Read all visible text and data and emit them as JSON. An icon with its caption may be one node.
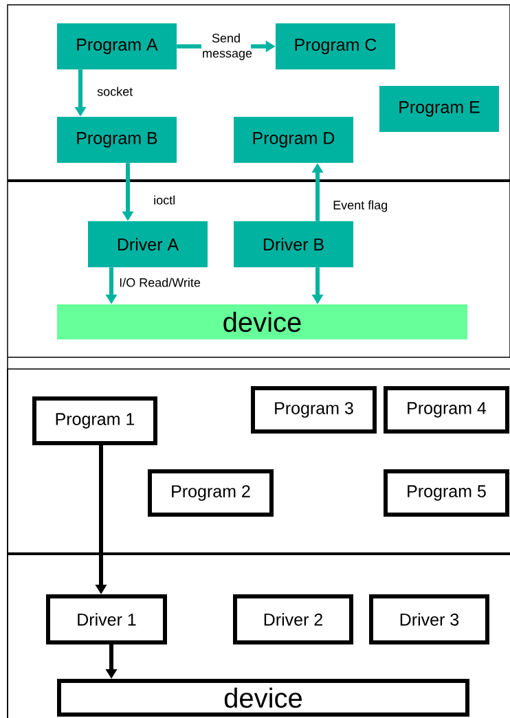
{
  "diagram": {
    "nodes": [
      {
        "text": [
          "Program A"
        ]
      },
      {
        "text": [
          "Program C"
        ]
      },
      {
        "text": [
          "Program E"
        ]
      },
      {
        "text": [
          "Program B"
        ]
      },
      {
        "text": [
          "Program D"
        ]
      },
      {
        "text": [
          "Driver A"
        ]
      },
      {
        "text": [
          "Driver B"
        ]
      },
      {
        "text": [
          "device"
        ]
      },
      {
        "text": [
          "Program 1"
        ]
      },
      {
        "text": [
          "Program 3"
        ]
      },
      {
        "text": [
          "Program 4"
        ]
      },
      {
        "text": [
          "Program 2"
        ]
      },
      {
        "text": [
          "Program 5"
        ]
      },
      {
        "text": [
          "Driver 1"
        ]
      },
      {
        "text": [
          "Driver 2"
        ]
      },
      {
        "text": [
          "Driver 3"
        ]
      },
      {
        "text": [
          "device"
        ]
      }
    ],
    "edges": [
      {
        "from": 0,
        "to": 1,
        "arrow": "to",
        "label": "Send message"
      },
      {
        "from": 0,
        "to": 3,
        "arrow": "to",
        "label": "socket"
      },
      {
        "from": 3,
        "to": 5,
        "arrow": "to",
        "label": "ioctl"
      },
      {
        "from": 6,
        "to": 4,
        "arrow": "to",
        "label": "Event flag"
      },
      {
        "from": 5,
        "to": 7,
        "arrow": "to",
        "label": "I/O Read/Write"
      },
      {
        "from": 6,
        "to": 7,
        "arrow": "to"
      },
      {
        "from": 8,
        "to": 13,
        "arrow": "to",
        "color": "#000000"
      },
      {
        "from": 13,
        "to": 16,
        "arrow": "to",
        "color": "#000000"
      }
    ]
  }
}
